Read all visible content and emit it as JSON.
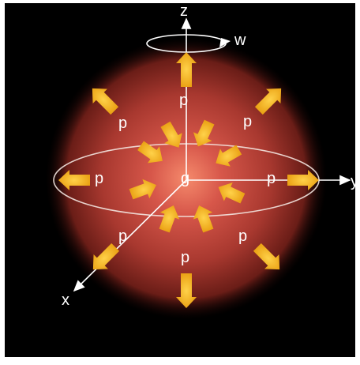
{
  "colors": {
    "background": "#000000",
    "sphere_core": "#f2775a",
    "sphere_mid": "#b9413a",
    "sphere_edge": "#5a1713",
    "arrow_fill": "#f0b316",
    "axis_line": "#ffffff",
    "label_text": "#ffffff"
  },
  "axes": {
    "z_label": "z",
    "y_label": "y",
    "x_label": "x",
    "rotation_label": "w"
  },
  "center_label": "g",
  "pressure_labels": [
    "p",
    "p",
    "p",
    "p",
    "p",
    "p",
    "p",
    "p"
  ]
}
